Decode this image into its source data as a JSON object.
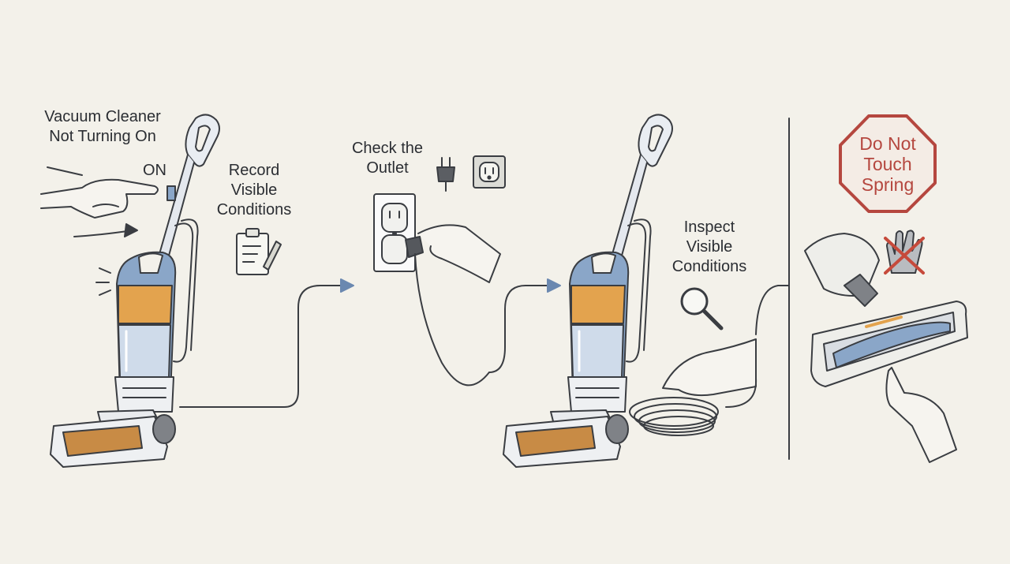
{
  "steps": {
    "title": {
      "line1": "Vacuum Cleaner",
      "line2": "Not Turning On"
    },
    "on_label": "ON",
    "record": {
      "line1": "Record",
      "line2": "Visible",
      "line3": "Conditions"
    },
    "outlet": {
      "line1": "Check the",
      "line2": "Outlet"
    },
    "inspect": {
      "line1": "Inspect",
      "line2": "Visible",
      "line3": "Conditions"
    },
    "warning": {
      "line1": "Do Not",
      "line2": "Touch",
      "line3": "Spring"
    }
  },
  "colors": {
    "background": "#f3f1ea",
    "line": "#3a3d42",
    "body_blue": "#8aa6c8",
    "band_orange": "#e3a34e",
    "warning_red": "#b5473f",
    "cross_red": "#c64a3b"
  },
  "icons": [
    "clipboard-icon",
    "plug-icon",
    "outlet-icon",
    "magnifier-icon",
    "no-hand-icon",
    "stop-sign-icon"
  ]
}
